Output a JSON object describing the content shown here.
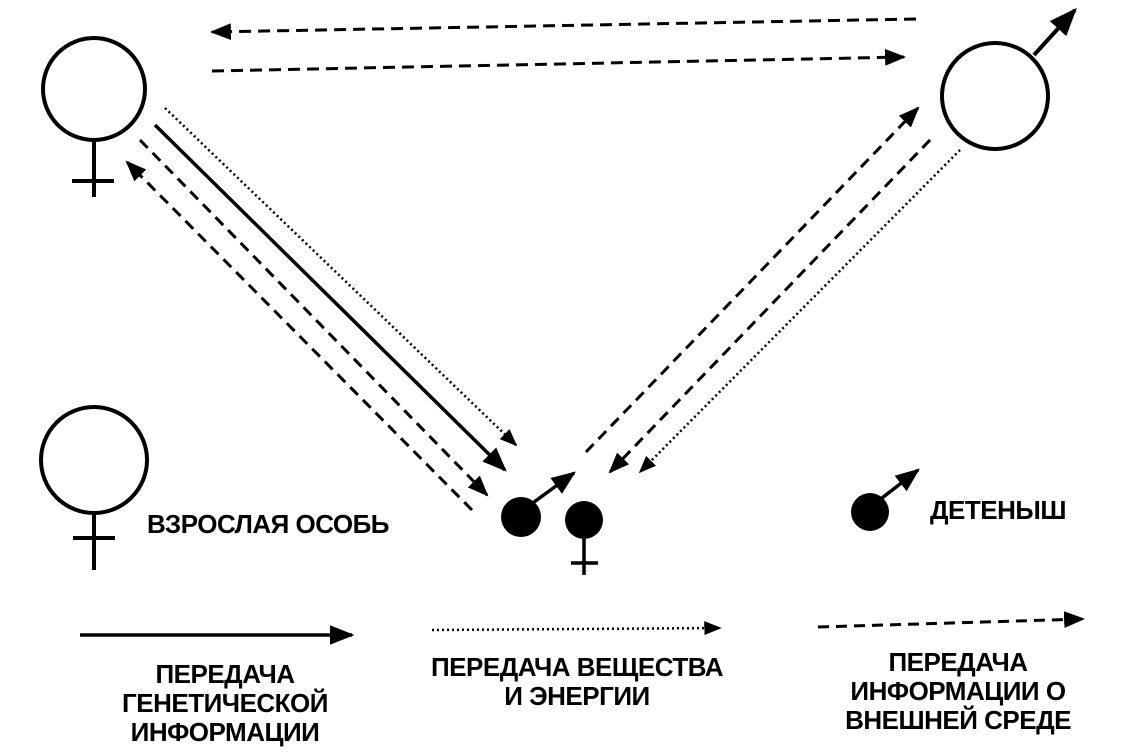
{
  "legend_inline": {
    "adult": "ВЗРОСЛАЯ ОСОБЬ",
    "juvenile": "ДЕТЕНЫШ"
  },
  "legend_lines": {
    "genetic": [
      "ПЕРЕДАЧА",
      "ГЕНЕТИЧЕСКОЙ",
      "ИНФОРМАЦИИ"
    ],
    "matter": [
      "ПЕРЕДАЧА ВЕЩЕСТВА",
      "И ЭНЕРГИИ"
    ],
    "environment": [
      "ПЕРЕДАЧА",
      "ИНФОРМАЦИИ О",
      "ВНЕШНЕЙ СРЕДЕ"
    ]
  },
  "colors": {
    "ink": "#000000",
    "background": "#ffffff"
  }
}
